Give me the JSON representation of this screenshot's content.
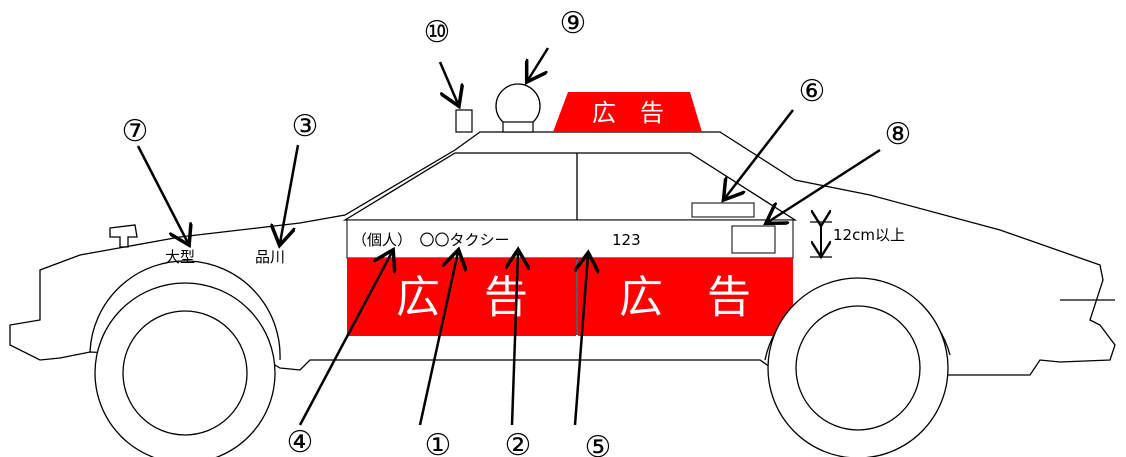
{
  "markers": {
    "m1": "①",
    "m2": "②",
    "m3": "③",
    "m4": "④",
    "m5": "⑤",
    "m6": "⑥",
    "m7": "⑦",
    "m8": "⑧",
    "m9": "⑨",
    "m10": "⑩"
  },
  "car": {
    "roof_sign_text": "広　告",
    "door_front_ad": "広　告",
    "door_rear_ad": "広　告",
    "door_text_left": "（個人）　〇〇タクシー",
    "door_text_number": "123",
    "hood_text_class": "大型",
    "hood_text_region": "品川",
    "height_note": "12cm以上"
  },
  "colors": {
    "ad_red": "#ff0000",
    "outline": "#000000"
  }
}
